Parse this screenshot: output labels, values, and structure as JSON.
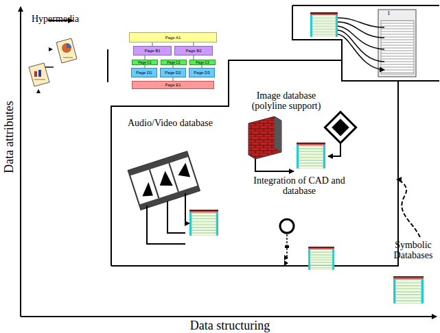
{
  "diagram": {
    "nodes": [
      {
        "text": [
          "Page A1"
        ]
      },
      {
        "text": [
          "Page B1"
        ]
      },
      {
        "text": [
          "Page B2"
        ]
      },
      {
        "text": [
          "Page C1"
        ]
      },
      {
        "text": [
          "Page C2"
        ]
      },
      {
        "text": [
          "Page C3"
        ]
      },
      {
        "text": [
          "Page D1"
        ]
      },
      {
        "text": [
          "Page D2"
        ]
      },
      {
        "text": [
          "Page D3"
        ]
      },
      {
        "text": [
          "Page E1"
        ]
      }
    ],
    "labels": [
      "Hypermedia",
      "Audio/Video database",
      "Image database (polyline support)",
      "Integration of CAD and database",
      "Symbolic Databases",
      "Data structuring",
      "Data attributes",
      "1"
    ]
  }
}
